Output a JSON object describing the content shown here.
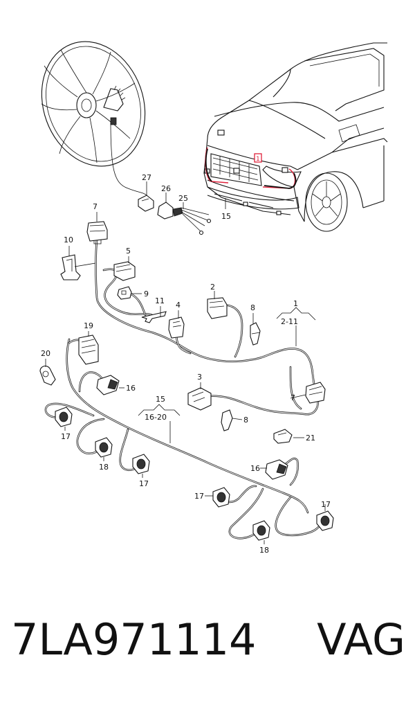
{
  "callouts": {
    "c27": "27",
    "c26": "26",
    "c25": "25",
    "c15_top": "15",
    "c7_top": "7",
    "c10": "10",
    "c5": "5",
    "c9": "9",
    "c11": "11",
    "c4": "4",
    "c2": "2",
    "c8_top": "8",
    "c1": "1",
    "c1_range": "2-11",
    "c19": "19",
    "c20": "20",
    "c16_left": "16",
    "c3": "3",
    "c7_right": "7",
    "c8_mid": "8",
    "c21": "21",
    "c15_mid": "15",
    "c15_range": "16-20",
    "c17_a": "17",
    "c18_a": "18",
    "c17_b": "17",
    "c16_right": "16",
    "c17_c": "17",
    "c17_d": "17",
    "c18_b": "18",
    "car_marker": "1"
  },
  "part_number": {
    "code": "7LA971114",
    "brand": "VAG"
  },
  "colors": {
    "line": "#111111",
    "highlight": "#e0203a",
    "background": "#ffffff"
  }
}
